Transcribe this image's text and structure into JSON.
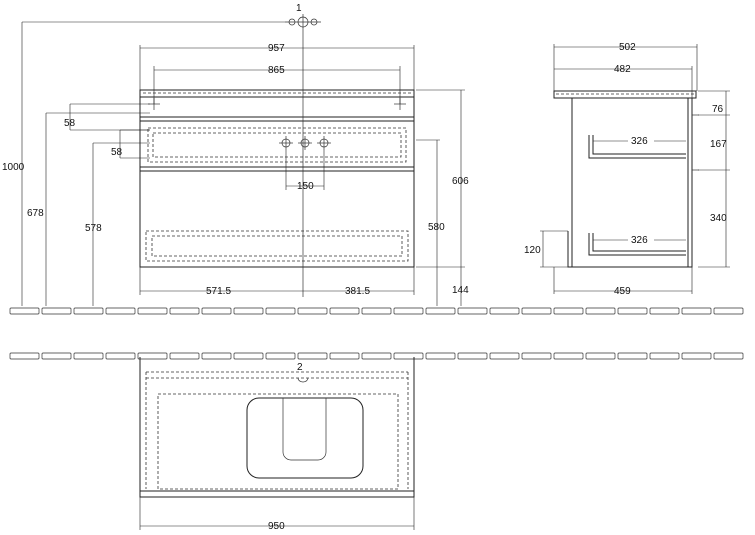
{
  "view_labels": [
    "1",
    "2"
  ],
  "front_view": {
    "overall_width": "957",
    "inner_width": "865",
    "top_offset": "58",
    "drawer_offset": "58",
    "total_height": "1000",
    "height_678": "678",
    "height_578": "578",
    "hole_spacing": "150",
    "cabinet_height": "606",
    "body_height": "580",
    "floor_clearance": "144",
    "left_part": "571.5",
    "right_part": "381.5"
  },
  "side_view": {
    "depth_top": "502",
    "depth_inner": "482",
    "top_thickness": "76",
    "drawer_height": "167",
    "lower_height": "340",
    "drawer_depth_upper": "326",
    "drawer_depth_lower": "326",
    "base_height": "120",
    "depth_bottom": "459"
  },
  "plan_view": {
    "width": "950"
  }
}
